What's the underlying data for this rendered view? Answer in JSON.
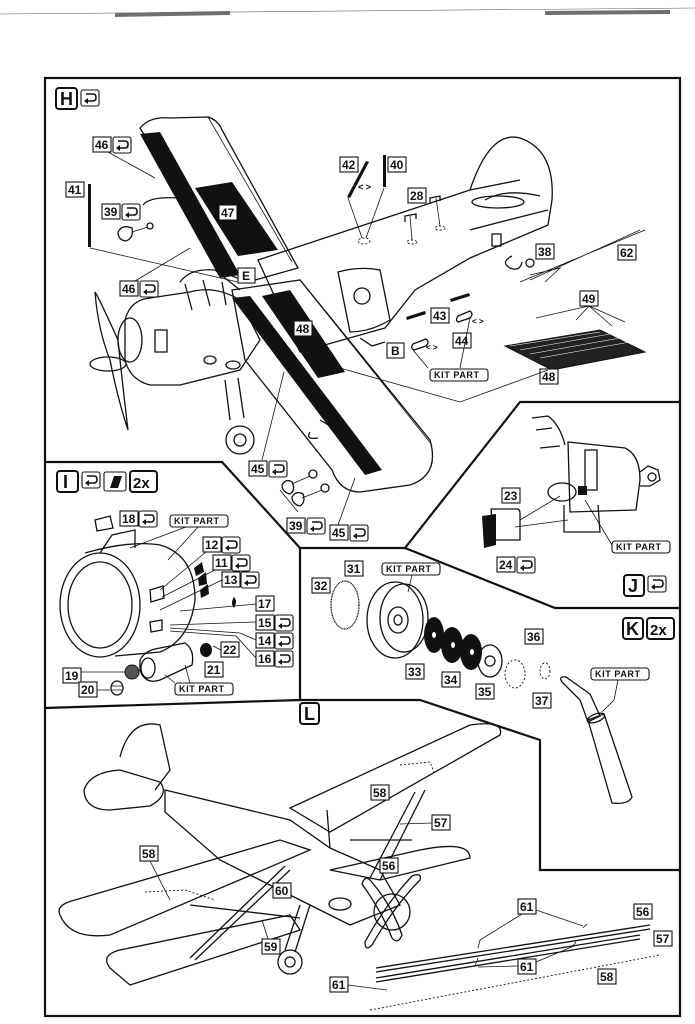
{
  "sheet": {
    "type": "model kit assembly instructions",
    "kit_part_label": "KIT PART",
    "multiplier_label": "2x",
    "symbols": {
      "reverse": "reverse-side-decal-icon",
      "paint": "black-paint-icon",
      "mirror_pair": "< >"
    }
  },
  "sections": {
    "H": {
      "code": "H",
      "symbols": [
        "reverse-side-decal-icon"
      ],
      "callouts": [
        "46",
        "41",
        "39",
        "47",
        "46",
        "E",
        "42",
        "40",
        "28",
        "38",
        "62",
        "49",
        "43",
        "44",
        "B",
        "48",
        "48",
        "45",
        "39",
        "45"
      ],
      "reversed": [
        "46",
        "39",
        "46",
        "45",
        "39",
        "45"
      ]
    },
    "I": {
      "code": "I",
      "multiplier": "2x",
      "symbols": [
        "reverse-side-decal-icon",
        "black-paint-icon"
      ],
      "callouts": [
        "18",
        "12",
        "11",
        "13",
        "17",
        "15",
        "14",
        "16",
        "22",
        "21",
        "19",
        "20"
      ],
      "reversed": [
        "18",
        "12",
        "11",
        "13",
        "15",
        "14",
        "16"
      ]
    },
    "J": {
      "code": "J",
      "symbols": [
        "reverse-side-decal-icon"
      ],
      "callouts": [
        "23",
        "24"
      ],
      "reversed": [
        "24"
      ]
    },
    "wheel": {
      "callouts": [
        "31",
        "32",
        "33",
        "34",
        "35",
        "36",
        "37"
      ]
    },
    "K": {
      "code": "K",
      "multiplier": "2x",
      "callouts": []
    },
    "L": {
      "code": "L",
      "callouts": [
        "58",
        "57",
        "58",
        "56",
        "60",
        "59",
        "61",
        "61",
        "61",
        "56",
        "57",
        "58"
      ]
    }
  },
  "labels": {
    "h46a": "46",
    "h41": "41",
    "h39a": "39",
    "h47": "47",
    "h46b": "46",
    "hE": "E",
    "h42": "42",
    "h40": "40",
    "h28": "28",
    "h38": "38",
    "h62": "62",
    "h49": "49",
    "h43": "43",
    "h44": "44",
    "hB": "B",
    "h48a": "48",
    "h48b": "48",
    "h45a": "45",
    "h39b": "39",
    "h45b": "45",
    "i18": "18",
    "i12": "12",
    "i11": "11",
    "i13": "13",
    "i17": "17",
    "i15": "15",
    "i14": "14",
    "i16": "16",
    "i22": "22",
    "i21": "21",
    "i19": "19",
    "i20": "20",
    "j23": "23",
    "j24": "24",
    "w31": "31",
    "w32": "32",
    "w33": "33",
    "w34": "34",
    "w35": "35",
    "w36": "36",
    "w37": "37",
    "l58a": "58",
    "l57a": "57",
    "l58b": "58",
    "l56a": "56",
    "l60": "60",
    "l59": "59",
    "l61a": "61",
    "l61b": "61",
    "l61c": "61",
    "l56b": "56",
    "l57b": "57",
    "l58c": "58"
  }
}
